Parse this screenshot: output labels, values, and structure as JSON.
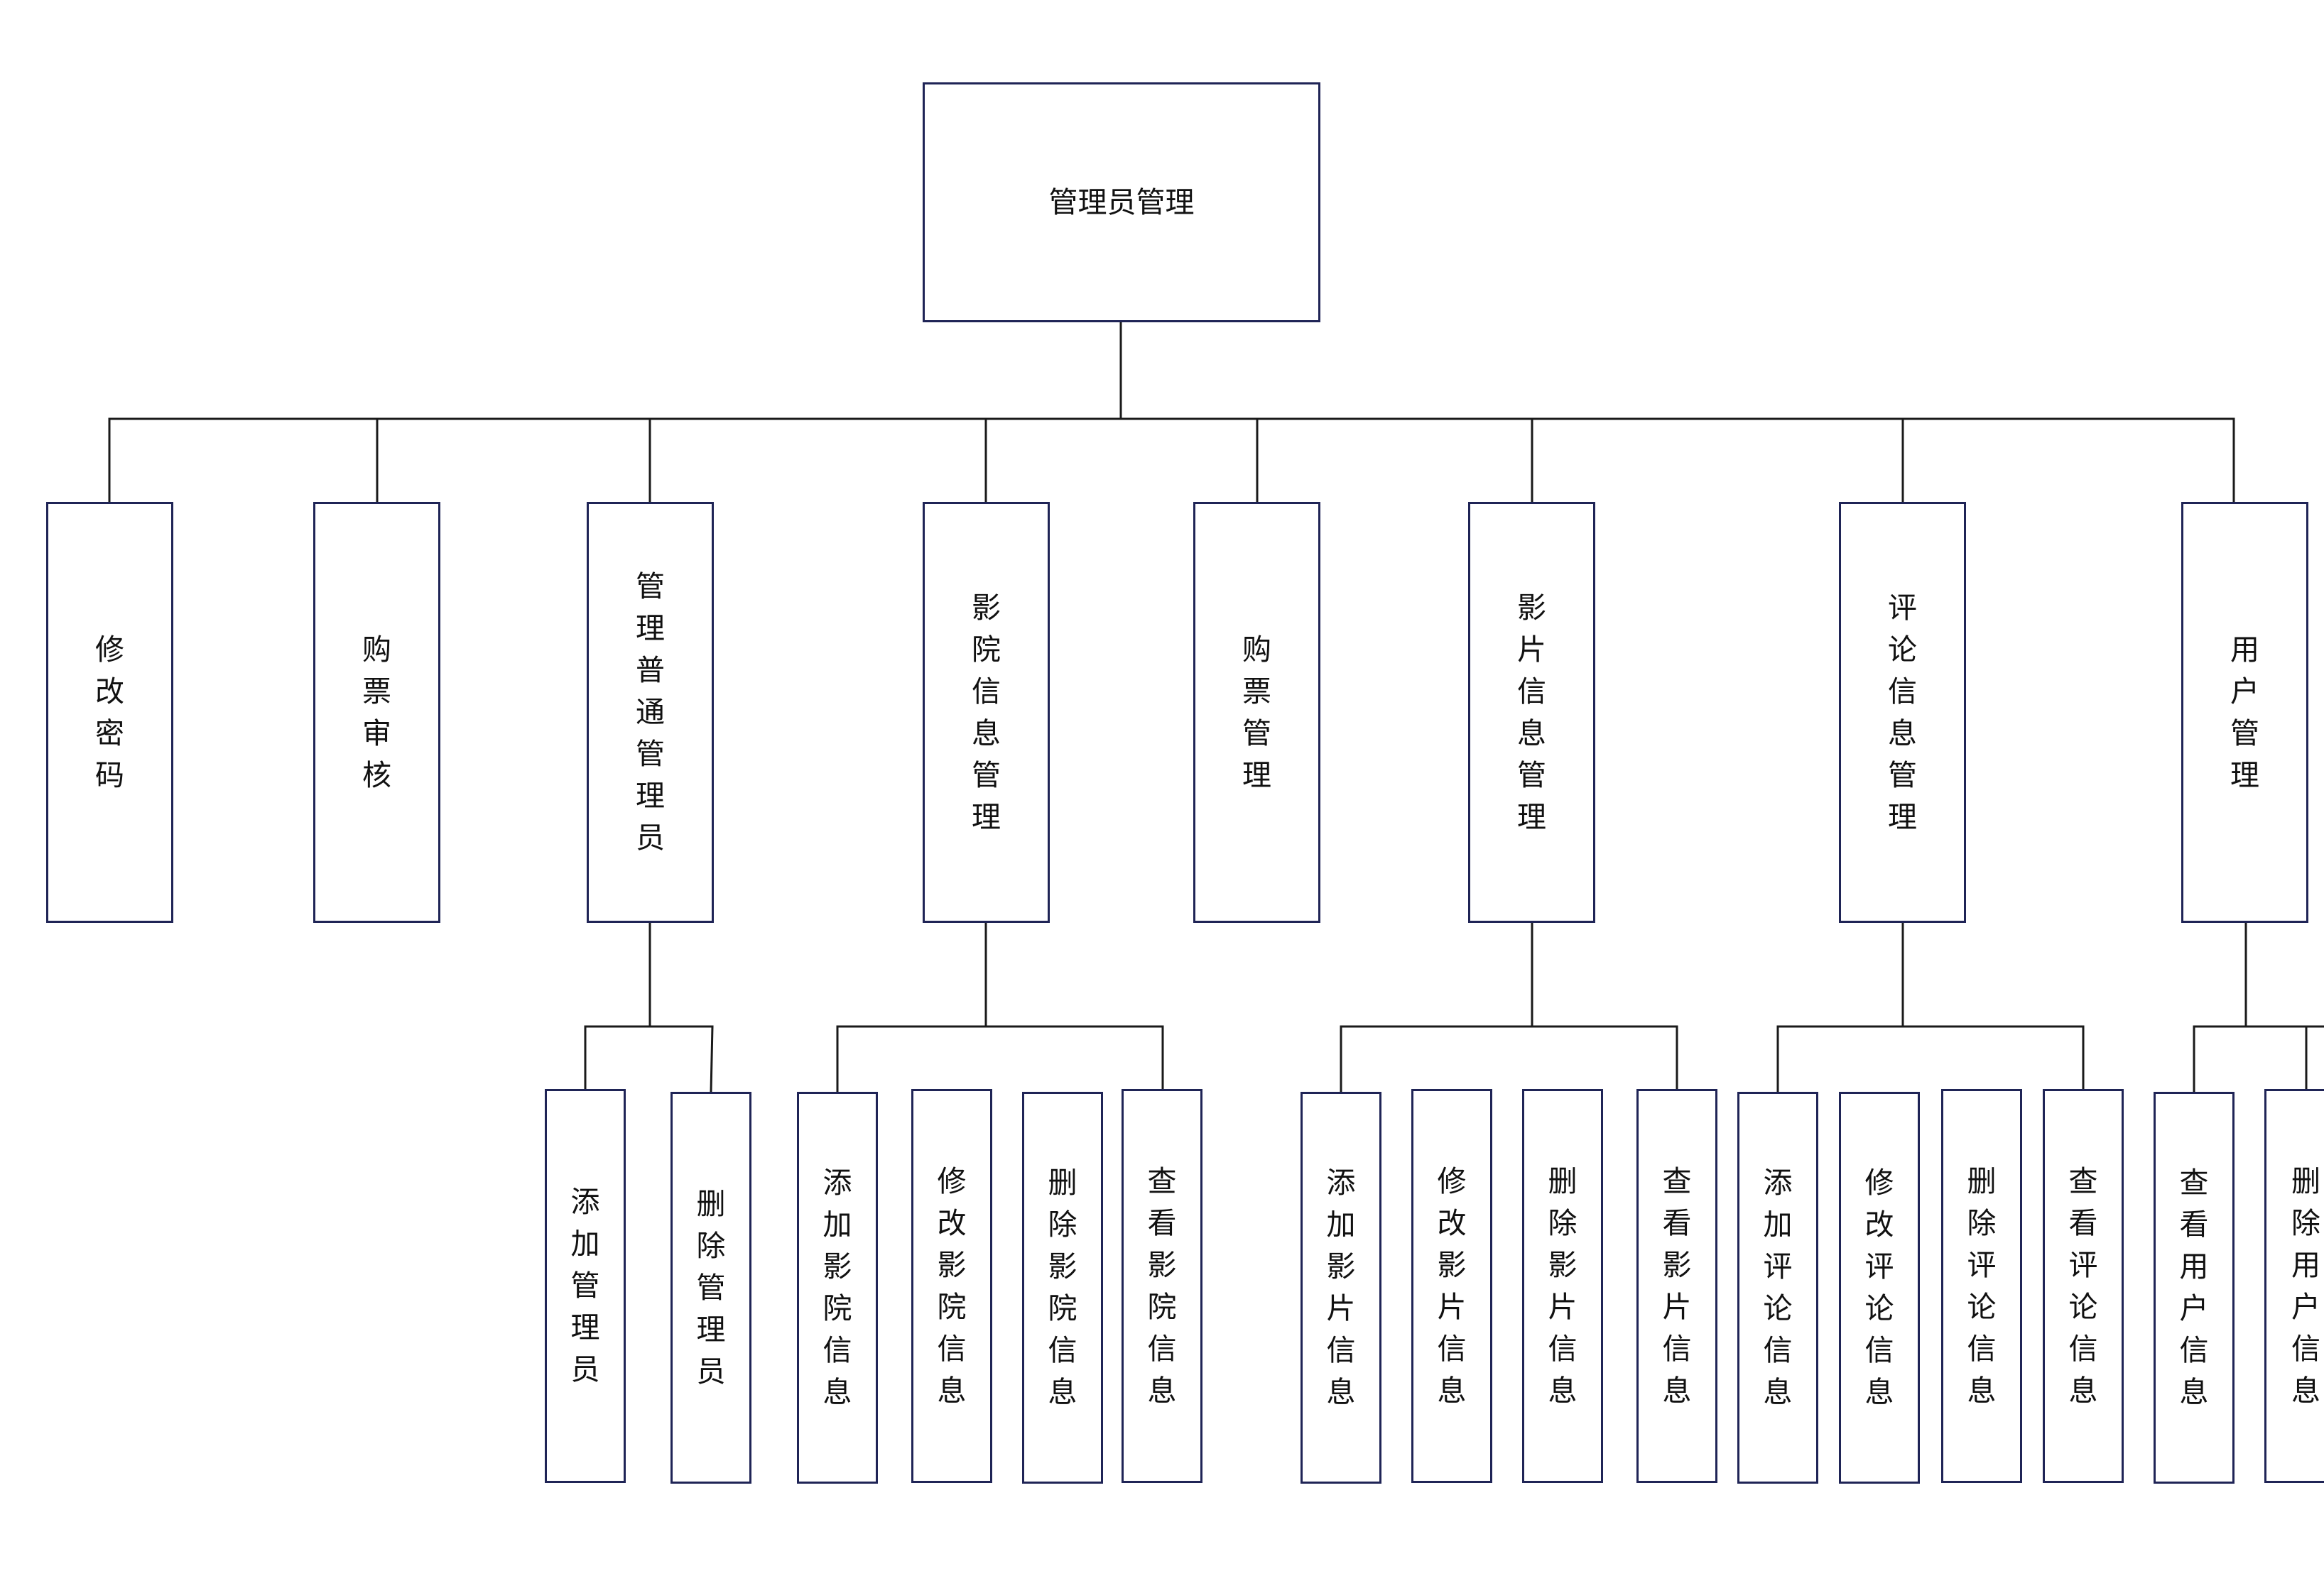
{
  "root": {
    "label": "管理员管理",
    "children": [
      {
        "label": "修改密码",
        "children": []
      },
      {
        "label": "购票审核",
        "children": []
      },
      {
        "label": "管理普通管理员",
        "children": [
          {
            "label": "添加管理员"
          },
          {
            "label": "删除管理员"
          }
        ]
      },
      {
        "label": "影院信息管理",
        "children": [
          {
            "label": "添加影院信息"
          },
          {
            "label": "修改影院信息"
          },
          {
            "label": "删除影院信息"
          },
          {
            "label": "查看影院信息"
          }
        ]
      },
      {
        "label": "购票管理",
        "children": []
      },
      {
        "label": "影片信息管理",
        "children": [
          {
            "label": "添加影片信息"
          },
          {
            "label": "修改影片信息"
          },
          {
            "label": "删除影片信息"
          },
          {
            "label": "查看影片信息"
          }
        ]
      },
      {
        "label": "评论信息管理",
        "children": [
          {
            "label": "添加评论信息"
          },
          {
            "label": "修改评论信息"
          },
          {
            "label": "删除评论信息"
          },
          {
            "label": "查看评论信息"
          }
        ]
      },
      {
        "label": "用户管理",
        "children": [
          {
            "label": "查看用户信息"
          },
          {
            "label": "删除用户信息"
          }
        ]
      }
    ]
  },
  "colors": {
    "box_border": "#1f2456",
    "connector": "#1a1a1a",
    "background": "#ffffff"
  }
}
